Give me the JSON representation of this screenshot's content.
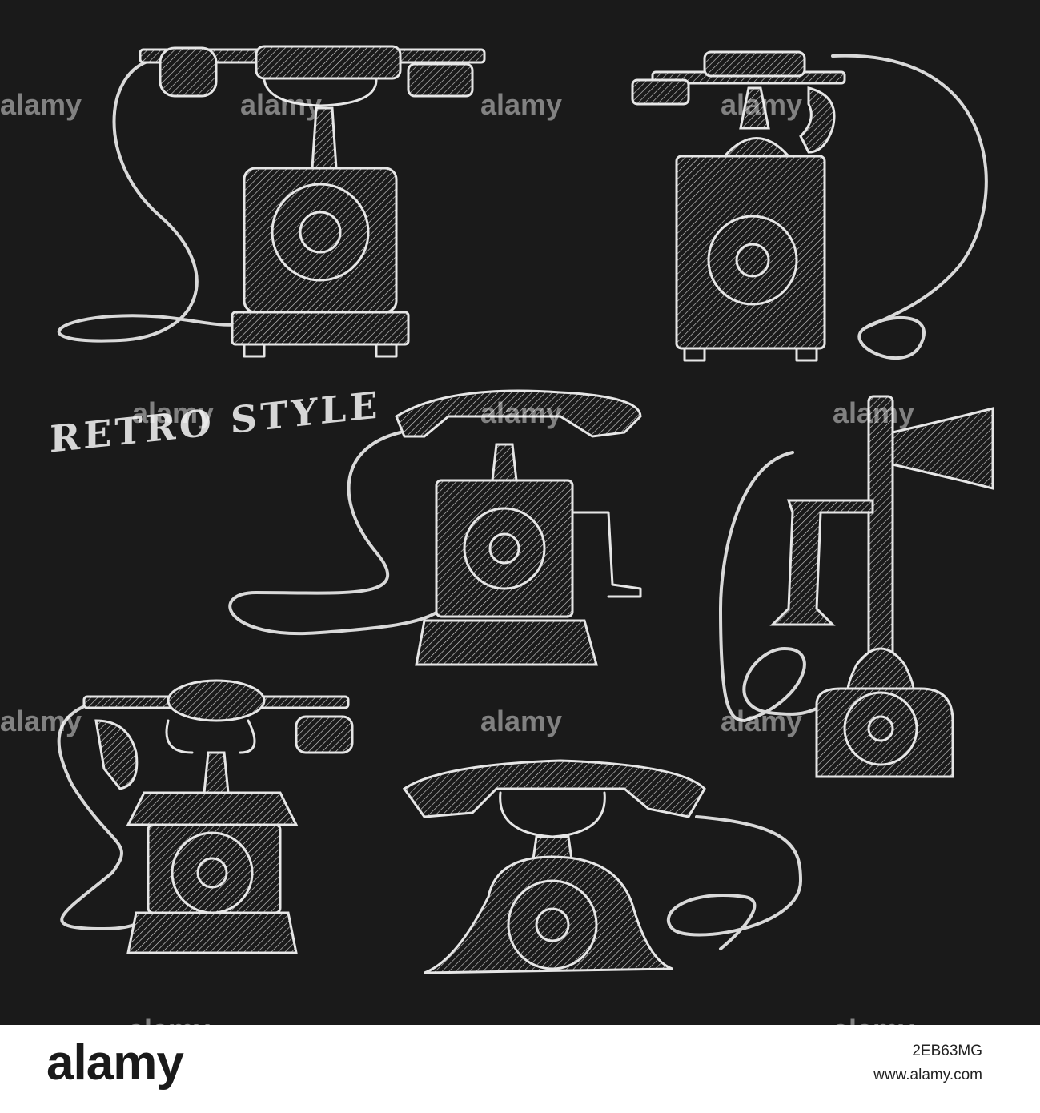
{
  "artwork": {
    "title_text": "RETRO STYLE",
    "background_color": "#1a1a1a",
    "line_color": "#e6e6e6",
    "watermark_text": "alamy",
    "phones": [
      {
        "name": "candlestick-bar-phone",
        "icon": "rotary-telephone"
      },
      {
        "name": "cabinet-wall-phone",
        "icon": "rotary-telephone"
      },
      {
        "name": "crank-phone",
        "icon": "rotary-telephone"
      },
      {
        "name": "candlestick-phone",
        "icon": "candlestick-telephone"
      },
      {
        "name": "ornate-cradle-phone",
        "icon": "rotary-telephone"
      },
      {
        "name": "rounded-rotary-phone",
        "icon": "rotary-telephone"
      }
    ]
  },
  "footer": {
    "logo": "alamy",
    "image_id": "2EB63MG",
    "url": "www.alamy.com"
  }
}
